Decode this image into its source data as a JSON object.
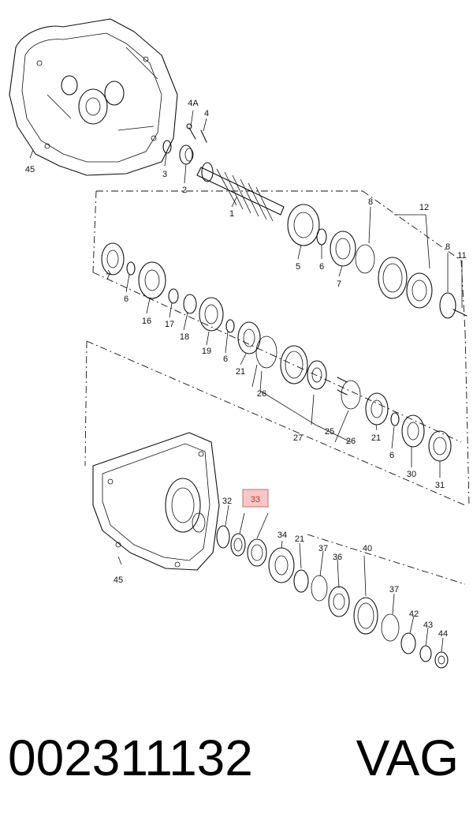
{
  "diagram": {
    "labels": {
      "l4a": "4A",
      "l4": "4",
      "l45a": "45",
      "l3": "3",
      "l2": "2",
      "l1": "1",
      "l8a": "8",
      "l12": "12",
      "l5": "5",
      "l6a": "6",
      "l7a": "7",
      "l8b": "8",
      "l11": "11",
      "l7b": "7",
      "l6b": "6",
      "l16": "16",
      "l17": "17",
      "l18": "18",
      "l19": "19",
      "l6c": "6",
      "l21a": "21",
      "l26a": "26",
      "l27": "27",
      "l25": "25",
      "l26b": "26",
      "l21b": "21",
      "l6d": "6",
      "l30": "30",
      "l31": "31",
      "l32": "32",
      "l33": "33",
      "l34": "34",
      "l21c": "21",
      "l37a": "37",
      "l36": "36",
      "l40": "40",
      "l37b": "37",
      "l42": "42",
      "l43": "43",
      "l44": "44",
      "l45b": "45"
    },
    "highlight_color": "#f6c7c7"
  },
  "footer": {
    "part_number": "002311132",
    "brand": "VAG"
  }
}
